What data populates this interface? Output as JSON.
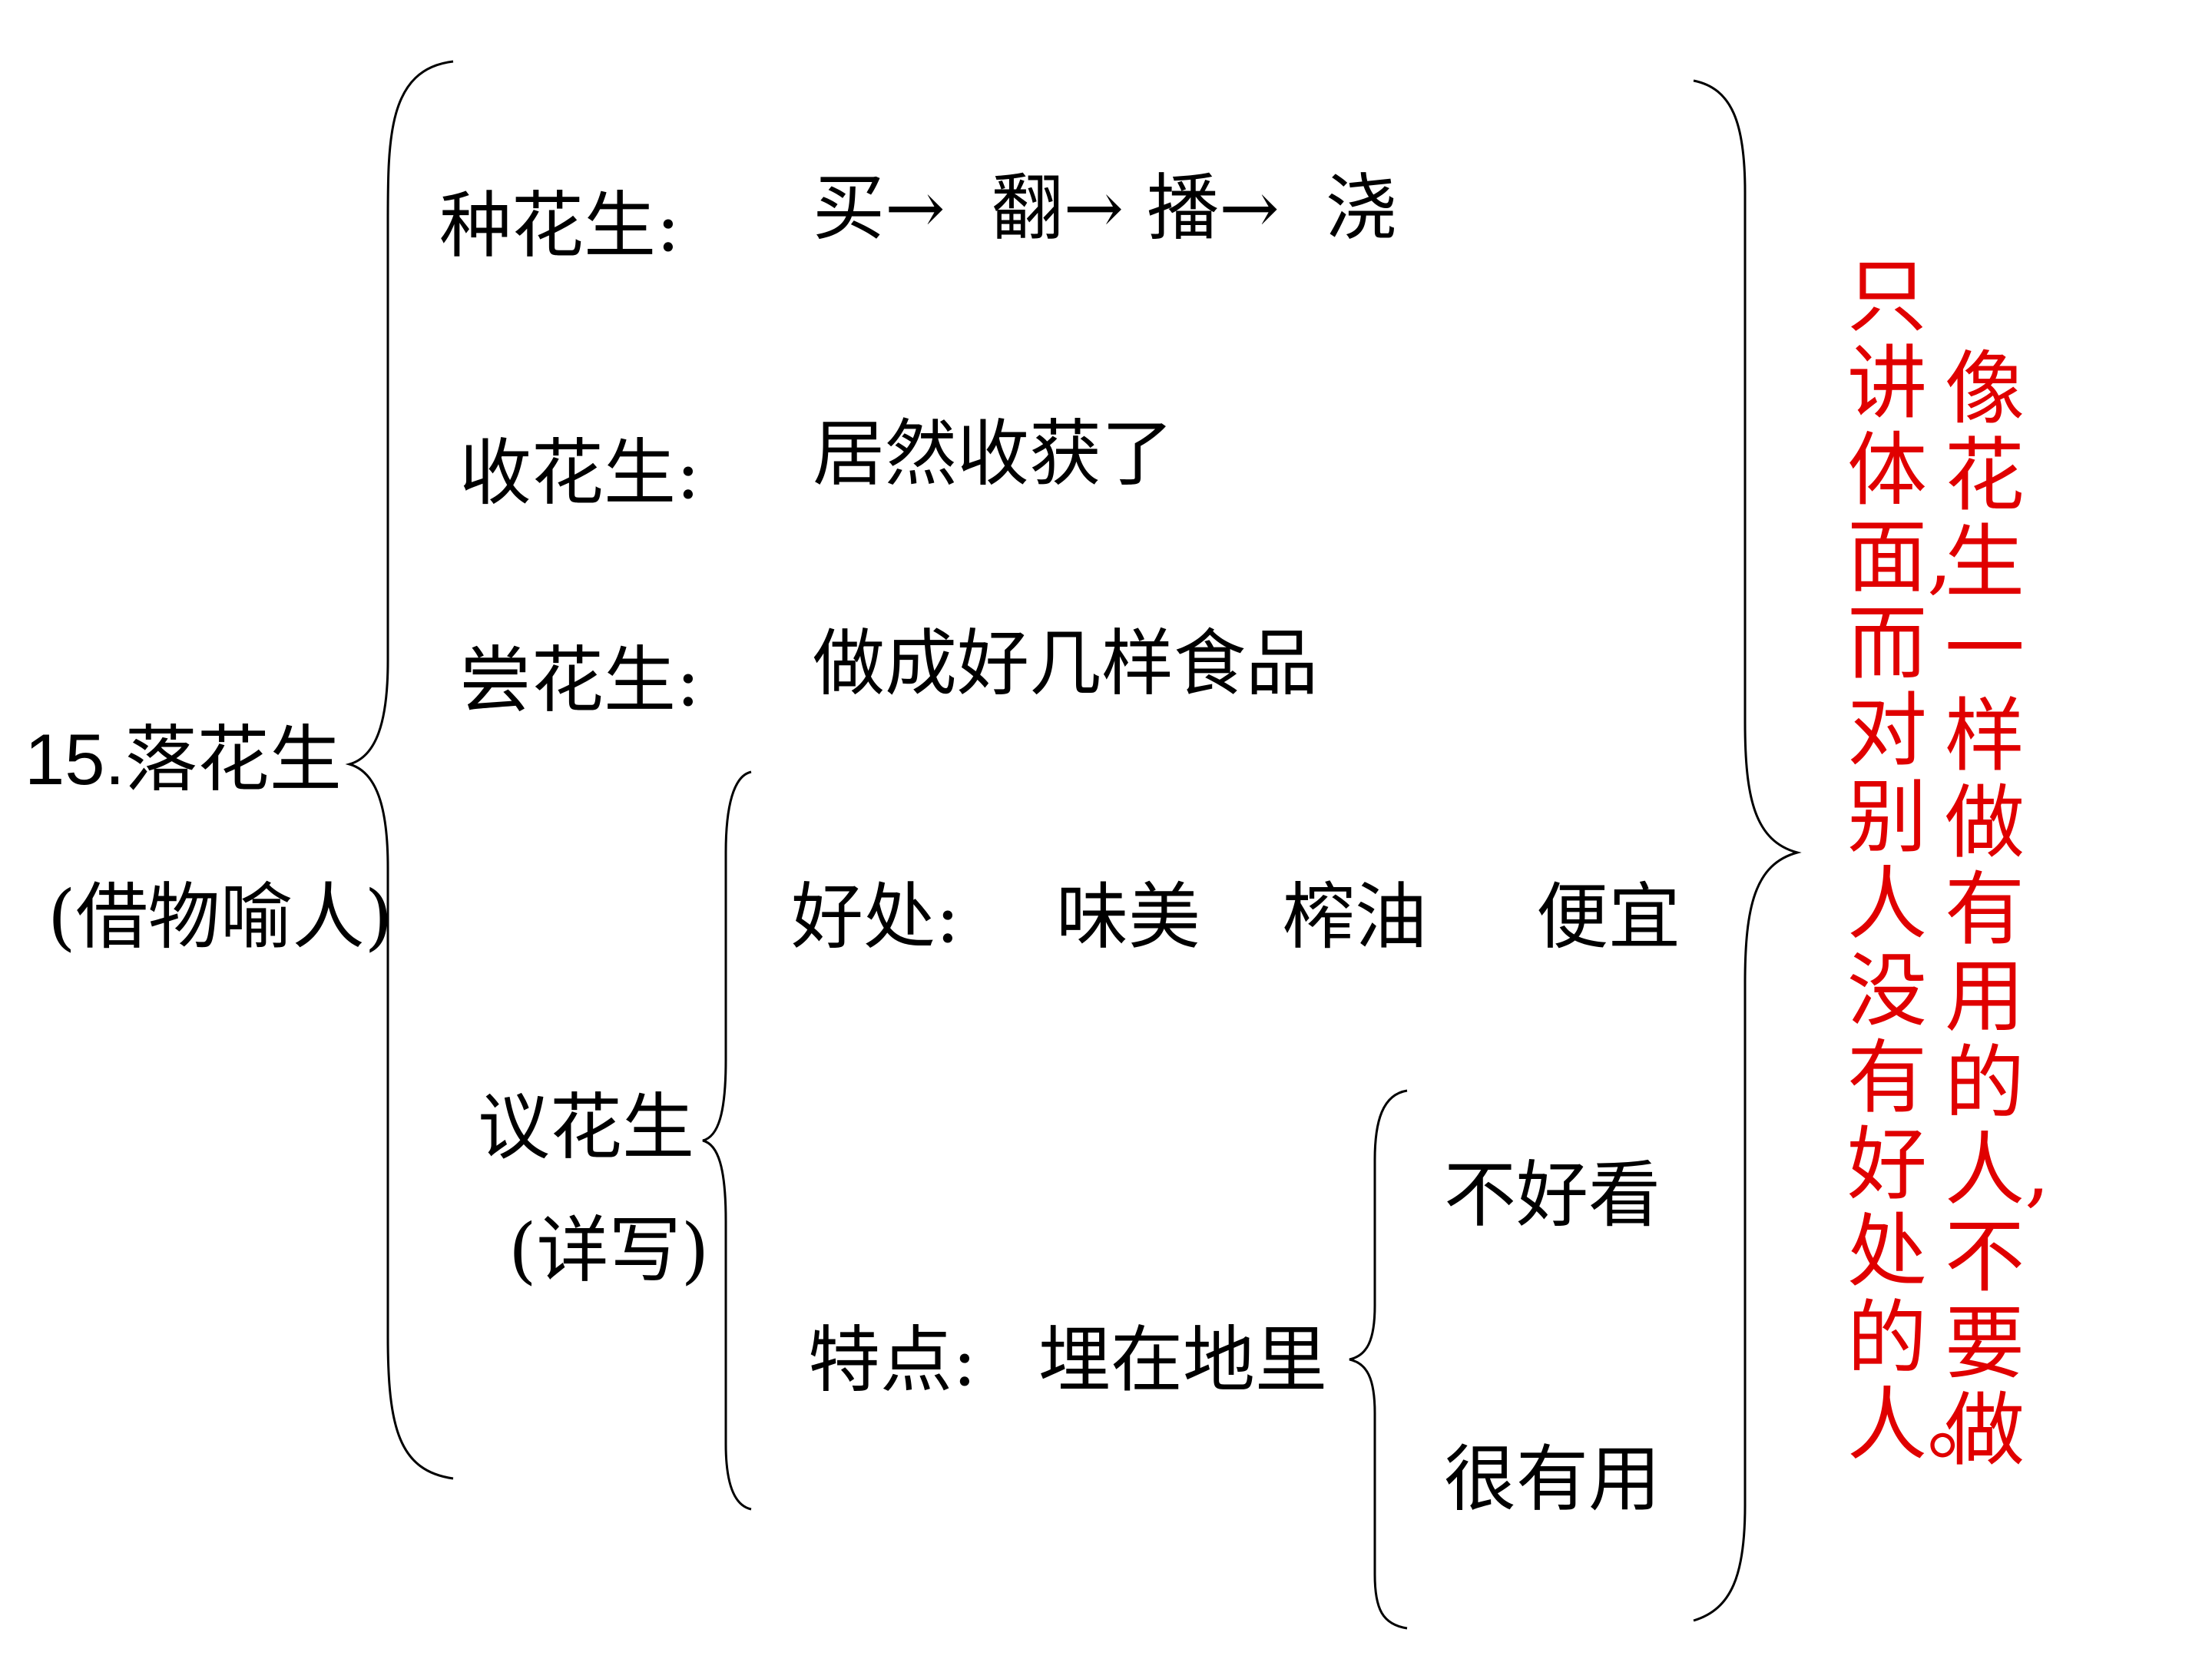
{
  "topic": {
    "title_num": "15.",
    "title": "落花生",
    "method": "(借物喻人)"
  },
  "steps": {
    "plant": {
      "label": "种花生:",
      "content": "买→  翻→ 播→  浇"
    },
    "harvest": {
      "label": "收花生:",
      "content": "居然收获了"
    },
    "taste": {
      "label": "尝花生:",
      "content": "做成好几样食品"
    },
    "discuss": {
      "label": "议花生",
      "note": "(详写)",
      "benefits": {
        "label": "好处:",
        "items": [
          "味美",
          "榨油",
          "便宜"
        ]
      },
      "features": {
        "label": "特点:",
        "content": "埋在地里",
        "items": [
          "不好看",
          "很有用"
        ]
      }
    }
  },
  "conclusion": {
    "col1": "像花生一样做有用的人,不要做",
    "col2": "只讲体面,而对别人没有好处的人。",
    "color": "#e00000"
  }
}
